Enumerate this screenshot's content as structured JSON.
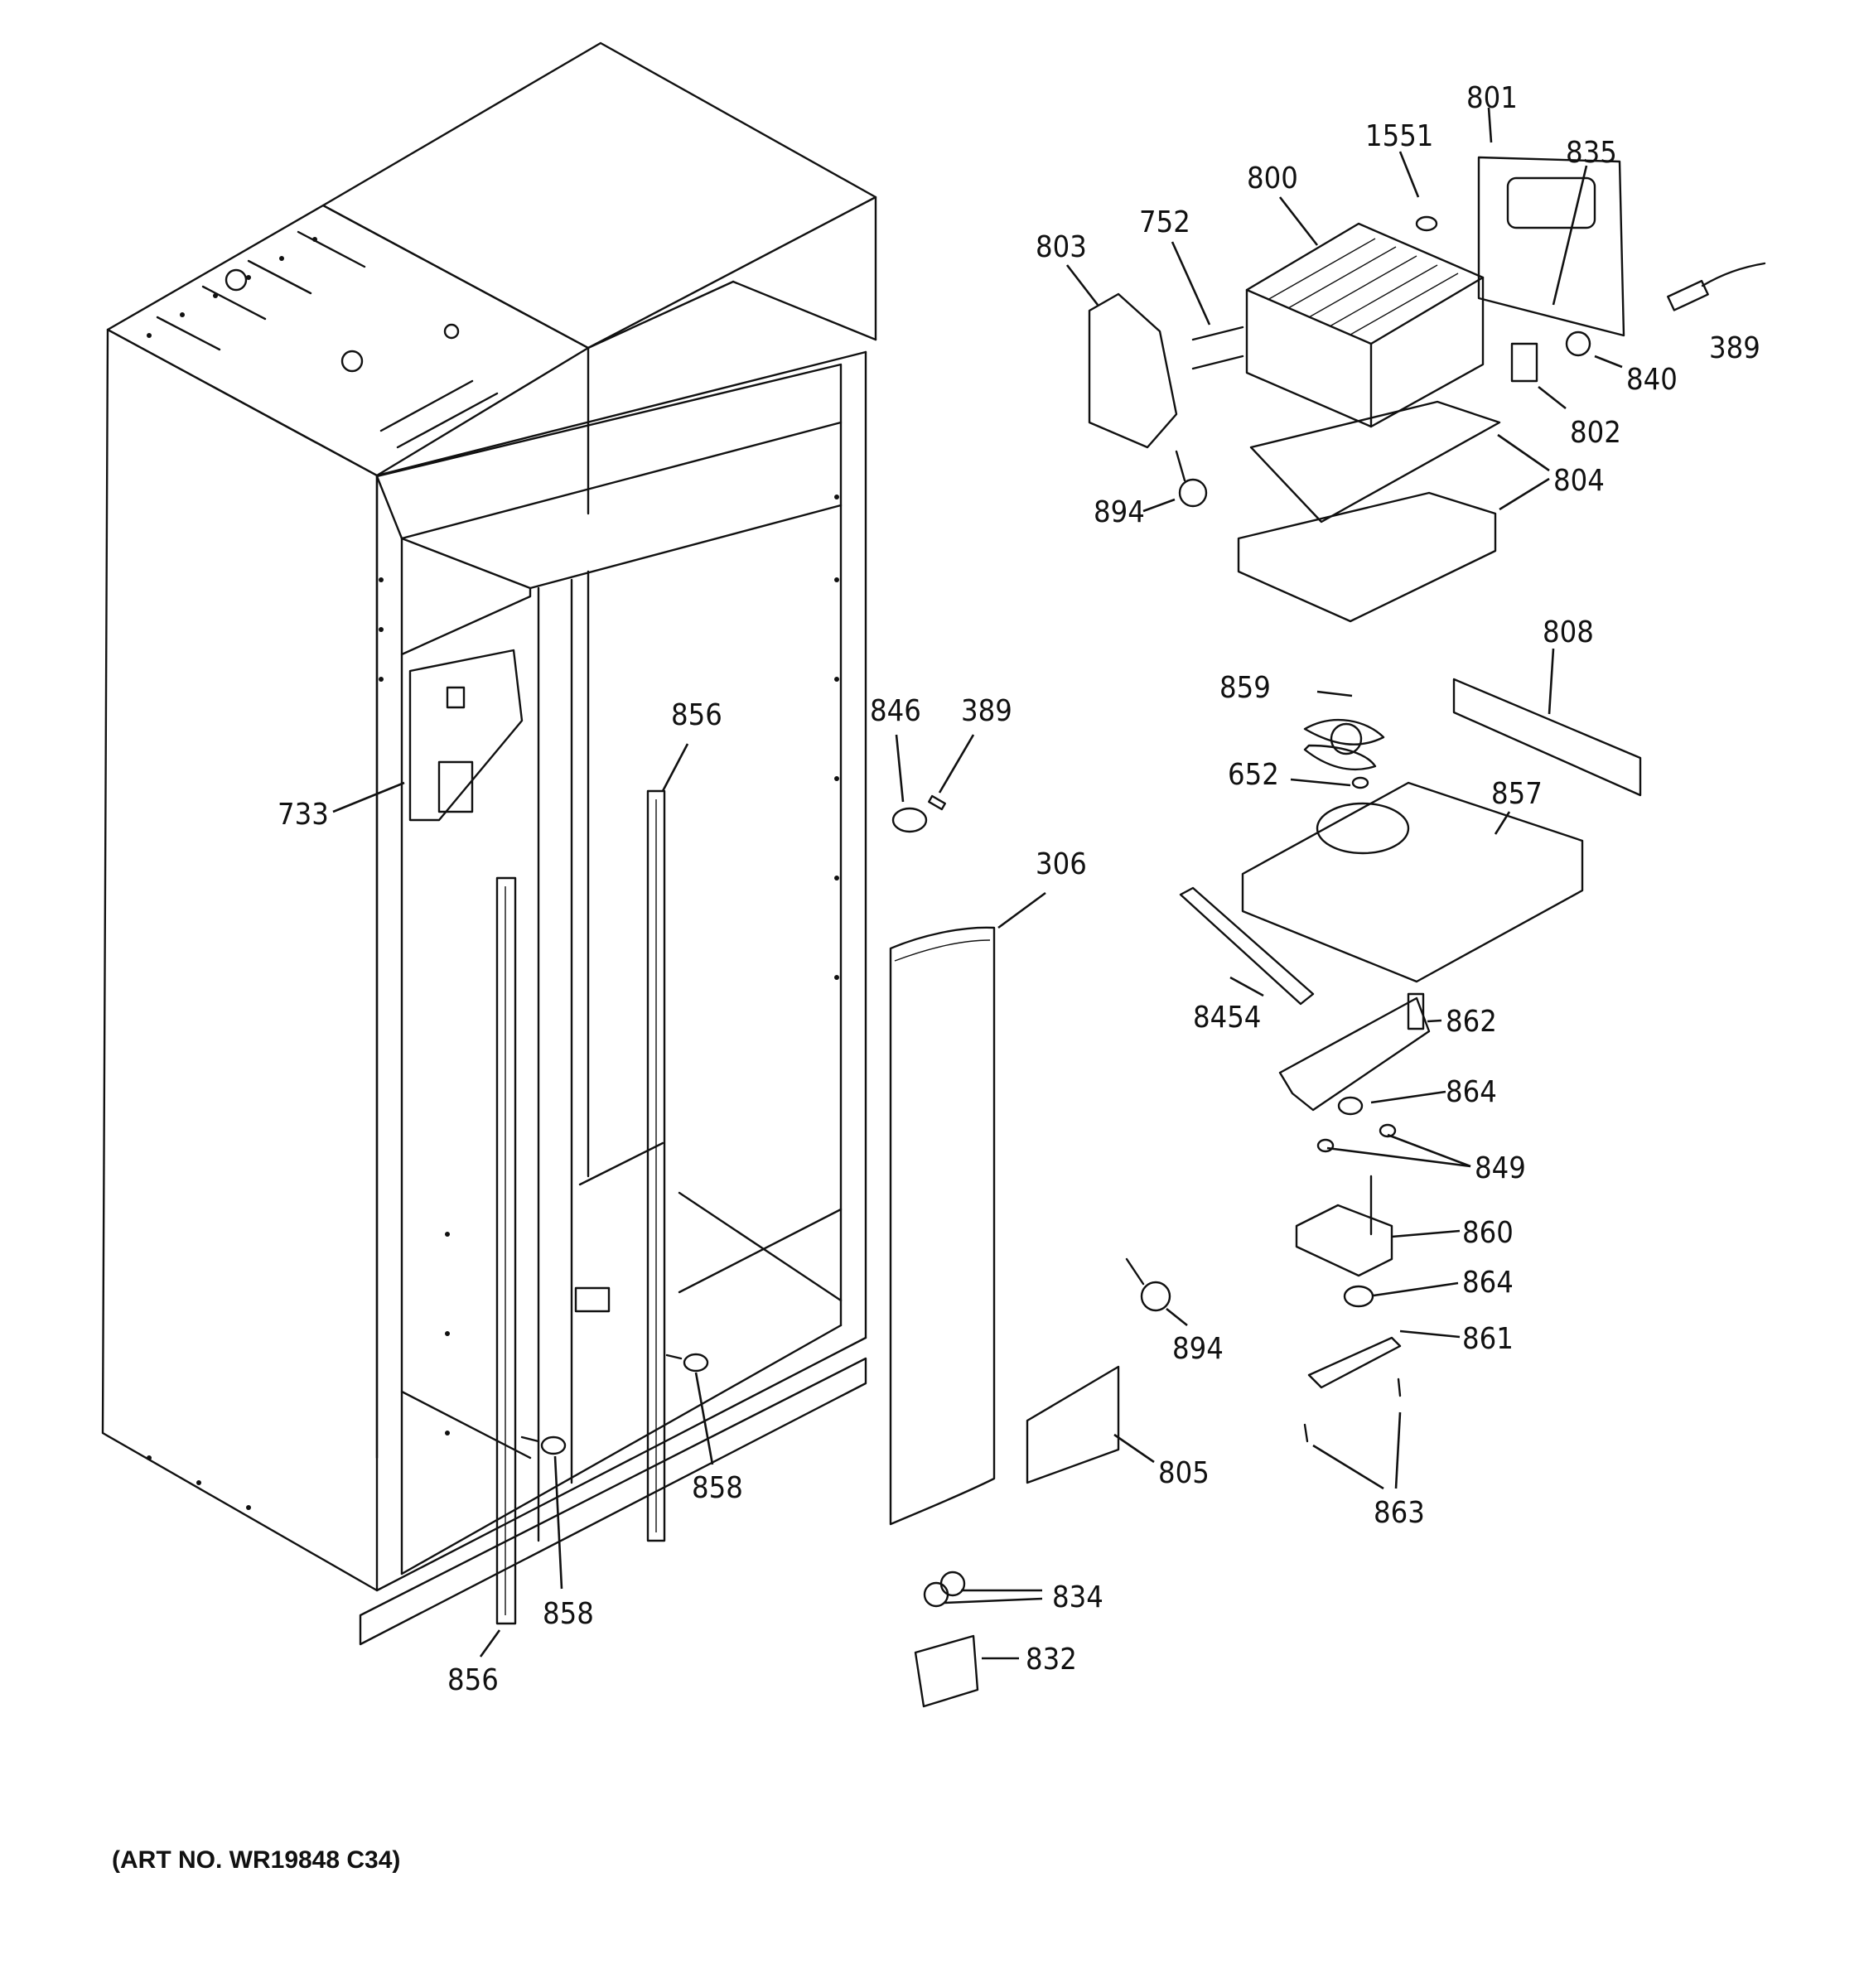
{
  "art_number": "(ART NO. WR19848 C34)",
  "labels": {
    "l801": "801",
    "l1551": "1551",
    "l835": "835",
    "l800": "800",
    "l752": "752",
    "l803": "803",
    "l389a": "389",
    "l840": "840",
    "l802": "802",
    "l804": "804",
    "l894a": "894",
    "l808": "808",
    "l859": "859",
    "l652": "652",
    "l857": "857",
    "l846": "846",
    "l389b": "389",
    "l856a": "856",
    "l733": "733",
    "l306": "306",
    "l8454": "8454",
    "l862": "862",
    "l864a": "864",
    "l849": "849",
    "l860": "860",
    "l864b": "864",
    "l861": "861",
    "l894b": "894",
    "l805": "805",
    "l863": "863",
    "l858a": "858",
    "l858b": "858",
    "l856b": "856",
    "l834": "834",
    "l832": "832"
  }
}
